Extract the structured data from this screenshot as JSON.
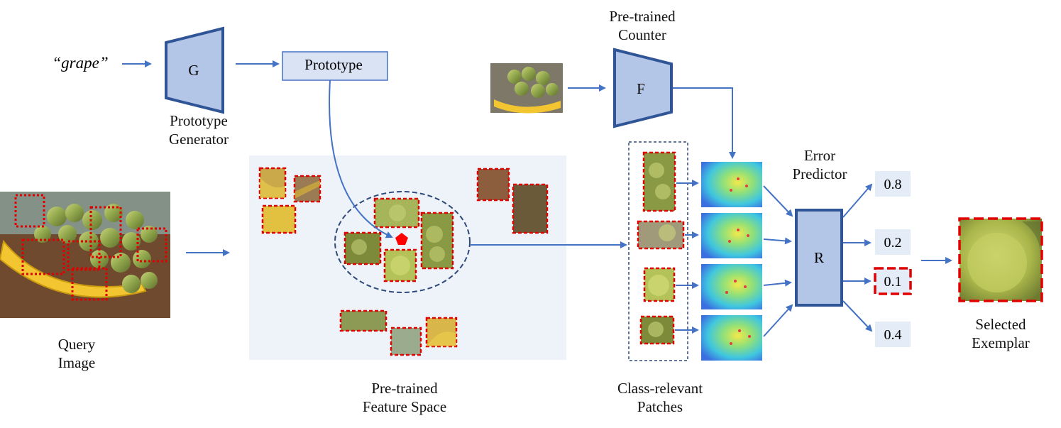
{
  "query_word": "“grape”",
  "generator": {
    "symbol": "G",
    "caption": [
      "Prototype",
      "Generator"
    ]
  },
  "prototype_box": "Prototype",
  "counter": {
    "symbol": "F",
    "caption": [
      "Pre-trained",
      "Counter"
    ]
  },
  "query_image_caption": [
    "Query",
    "Image"
  ],
  "feature_space_caption": [
    "Pre-trained",
    "Feature Space"
  ],
  "patches_caption": [
    "Class-relevant",
    "Patches"
  ],
  "error_predictor": {
    "symbol": "R",
    "caption": [
      "Error",
      "Predictor"
    ]
  },
  "scores": [
    "0.8",
    "0.2",
    "0.1",
    "0.4"
  ],
  "selected_score_index": 2,
  "exemplar_caption": [
    "Selected",
    "Exemplar"
  ],
  "colors": {
    "module_fill": "#b4c6e7",
    "module_stroke": "#2f5597",
    "arrow": "#4472c4",
    "feature_bg": "#eef2f9",
    "score_bg": "#e4ecf7",
    "highlight": "#e00000",
    "prototype_marker": "#ff0000"
  }
}
